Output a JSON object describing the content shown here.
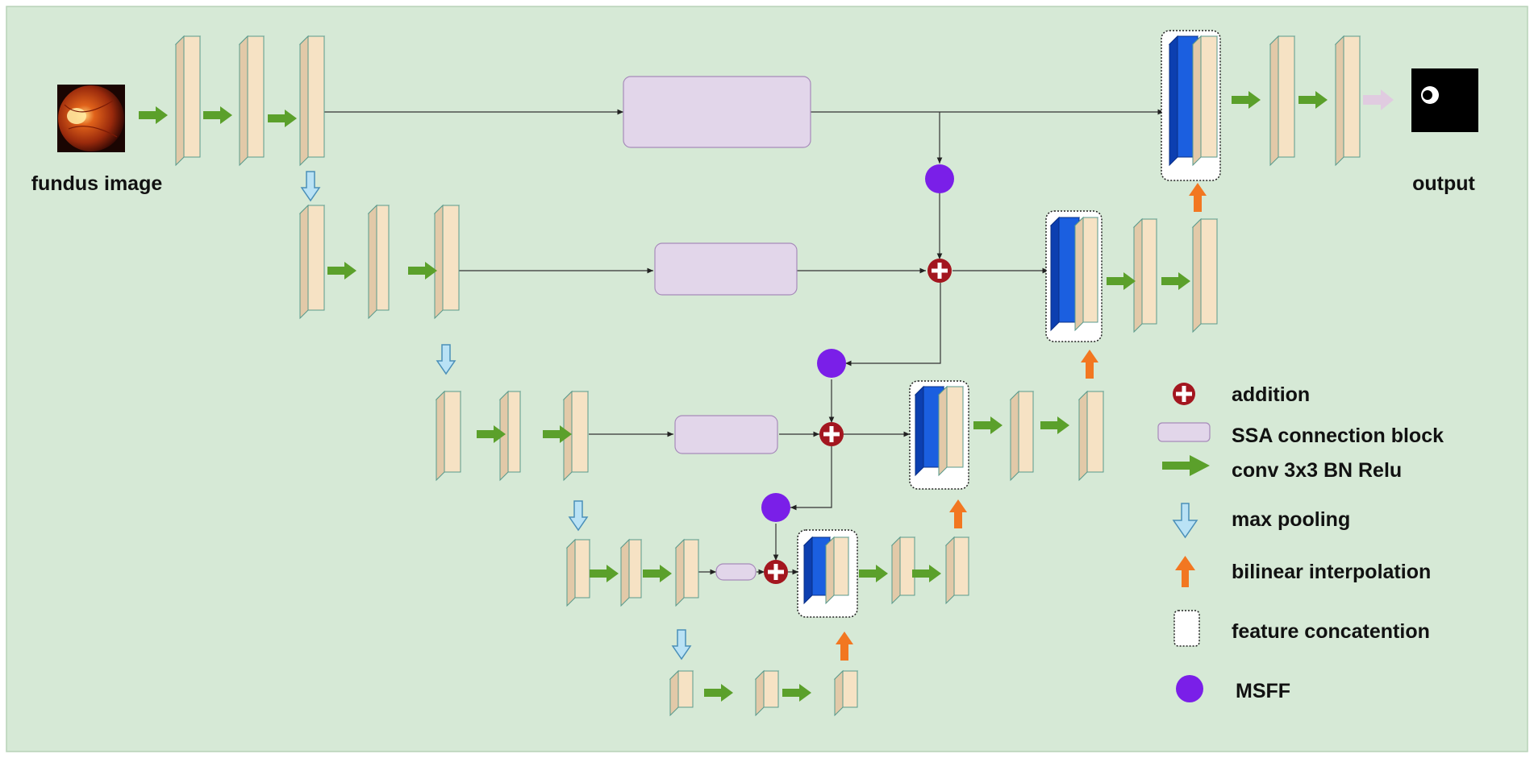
{
  "labels": {
    "input": "fundus image",
    "output": "output"
  },
  "legend": [
    {
      "icon": "addition-icon",
      "label": "addition"
    },
    {
      "icon": "ssa-block-icon",
      "label": "SSA connection block"
    },
    {
      "icon": "conv-arrow-icon",
      "label": "conv 3x3 BN Relu"
    },
    {
      "icon": "max-pooling-arrow-icon",
      "label": "max pooling"
    },
    {
      "icon": "bilinear-arrow-icon",
      "label": "bilinear interpolation"
    },
    {
      "icon": "concat-box-icon",
      "label": "feature concatention"
    },
    {
      "icon": "msff-circle-icon",
      "label": "MSFF"
    }
  ],
  "colors": {
    "background": "#d6e9d6",
    "feature_map_front": "#f6e2c4",
    "feature_map_side": "#e2c9a8",
    "feature_map_edge": "#5a9a8c",
    "upsampled_front": "#1b5fe0",
    "upsampled_side": "#0c3fb0",
    "ssa_block": "#e2d6ea",
    "ssa_block_border": "#a78bba",
    "conv_arrow": "#5ba02b",
    "pool_arrow": "#b9e2f5",
    "pool_arrow_border": "#4a8fb8",
    "bilinear_arrow": "#f27721",
    "addition": "#a3161f",
    "msff": "#7a1fe8",
    "output_arrow": "#e0cbe0"
  }
}
